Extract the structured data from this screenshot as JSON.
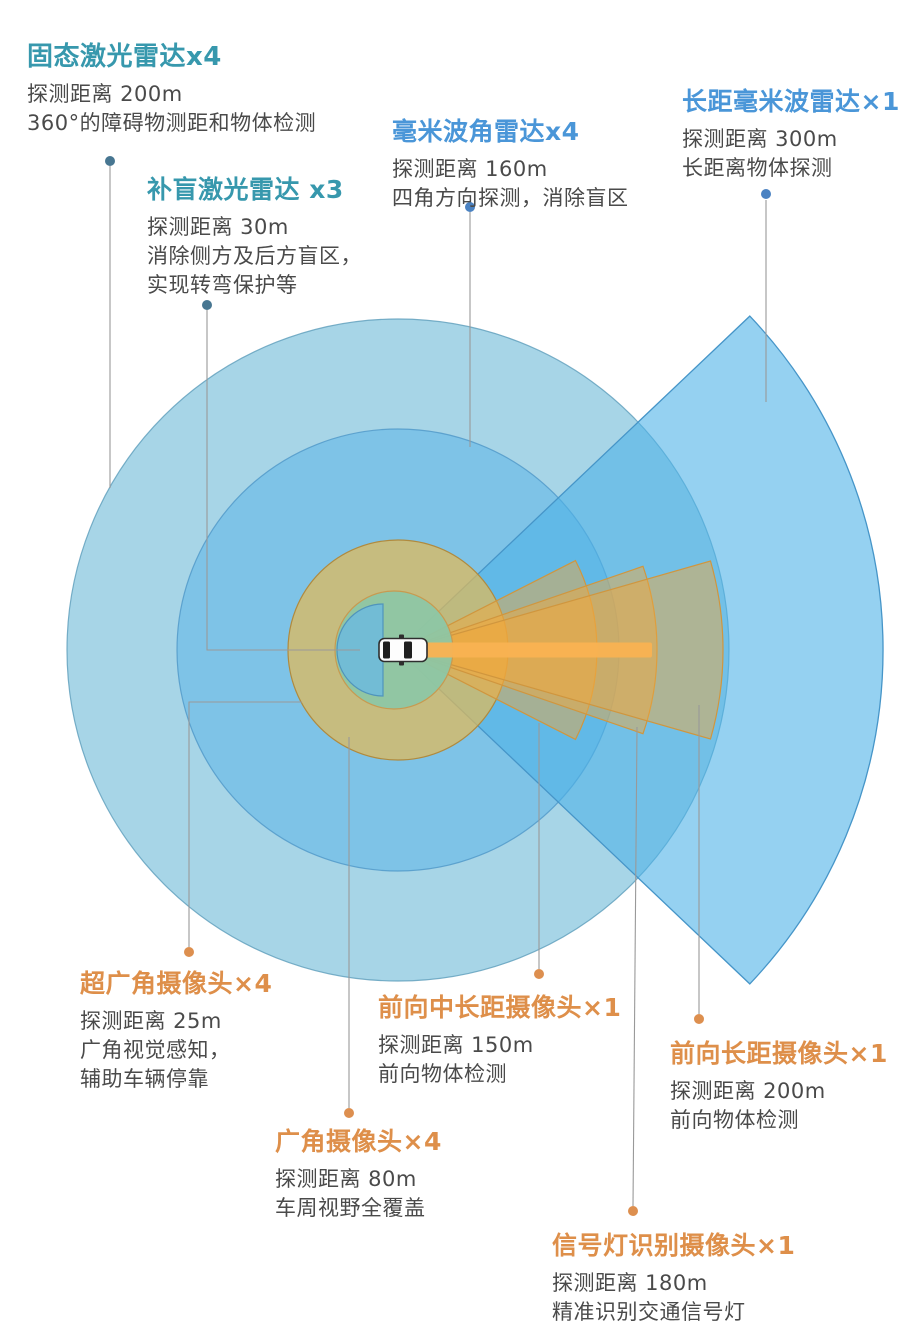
{
  "figure": {
    "subject": "autonomous-vehicle sensor coverage diagram",
    "colors": {
      "lidar_accent": "#3798ad",
      "radar_accent": "#4a96d8",
      "camera_accent": "#de8f4a",
      "body_text": "#4a4a4a",
      "leader_line": "#999999",
      "outer_circle_fill": "#9fd1e4",
      "inner_circle_fill": "#7cc3e8",
      "radar_wedge_fill": "#8bcbee",
      "khaki_ring_fill": "#c7ba81",
      "teal_circle_fill": "#8cc7a6",
      "rear_halfdisc_fill": "#74bede",
      "cone_fill": "#f0a83c",
      "beam_fill": "#f9b252"
    }
  },
  "sensors": [
    {
      "id": "solid-lidar",
      "type": "lidar",
      "title": "固态激光雷达x4",
      "range": "探测距离 200m",
      "desc1": "360°的障碍物测距和物体检测"
    },
    {
      "id": "blindspot-lidar",
      "type": "lidar",
      "title": "补盲激光雷达 x3",
      "range": "探测距离 30m",
      "desc1": "消除侧方及后方盲区，",
      "desc2": "实现转弯保护等"
    },
    {
      "id": "corner-radar",
      "type": "radar",
      "title": "毫米波角雷达x4",
      "range": "探测距离 160m",
      "desc1": "四角方向探测，消除盲区"
    },
    {
      "id": "long-radar",
      "type": "radar",
      "title": "长距毫米波雷达×1",
      "range": "探测距离 300m",
      "desc1": "长距离物体探测"
    },
    {
      "id": "ultrawide-cam",
      "type": "camera",
      "title": "超广角摄像头×4",
      "range": "探测距离 25m",
      "desc1": "广角视觉感知，",
      "desc2": "辅助车辆停靠"
    },
    {
      "id": "front-midlong-cam",
      "type": "camera",
      "title": "前向中长距摄像头×1",
      "range": "探测距离 150m",
      "desc1": "前向物体检测"
    },
    {
      "id": "front-long-cam",
      "type": "camera",
      "title": "前向长距摄像头×1",
      "range": "探测距离 200m",
      "desc1": "前向物体检测"
    },
    {
      "id": "wide-cam",
      "type": "camera",
      "title": "广角摄像头×4",
      "range": "探测距离 80m",
      "desc1": "车周视野全覆盖"
    },
    {
      "id": "signal-cam",
      "type": "camera",
      "title": "信号灯识别摄像头×1",
      "range": "探测距离 180m",
      "desc1": "精准识别交通信号灯"
    }
  ]
}
